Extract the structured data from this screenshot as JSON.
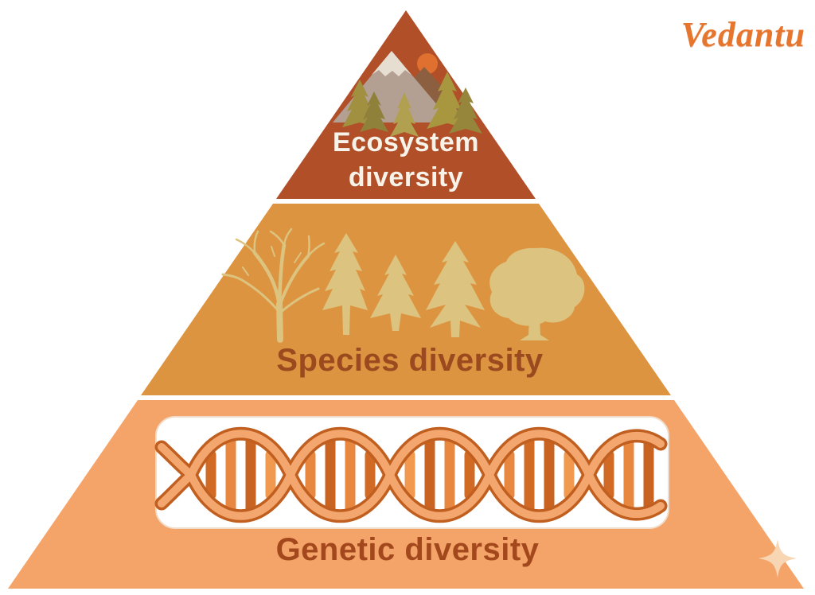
{
  "brand": {
    "logo_text": "Vedantu",
    "logo_color": "#e6762e"
  },
  "pyramid": {
    "type": "three-level biodiversity pyramid",
    "levels": [
      {
        "id": "ecosystem",
        "label": "Ecosystem diversity",
        "line1": "Ecosystem",
        "line2": "diversity",
        "bg": "#b14f29",
        "text_color": "#f8f3e9",
        "illustration": "mountain-with-sun-and-forest"
      },
      {
        "id": "species",
        "label": "Species diversity",
        "bg": "#dd9440",
        "text_color": "#9a4a1e",
        "illustration": "five-tree-silhouettes"
      },
      {
        "id": "genetic",
        "label": "Genetic diversity",
        "bg": "#f5a469",
        "text_color": "#a3481c",
        "illustration": "dna-double-helix"
      }
    ]
  },
  "palette": {
    "ecosystem_bg": "#b14f29",
    "species_bg": "#dd9440",
    "genetic_bg": "#f5a469",
    "tree_silhouette": "#dcc37f",
    "dna_strand_fill": "#f3a76f",
    "dna_strand_outline": "#c05f1f",
    "dna_panel_bg": "#ffffff",
    "sparkle": "#f8d5b3",
    "background": "#ffffff"
  }
}
